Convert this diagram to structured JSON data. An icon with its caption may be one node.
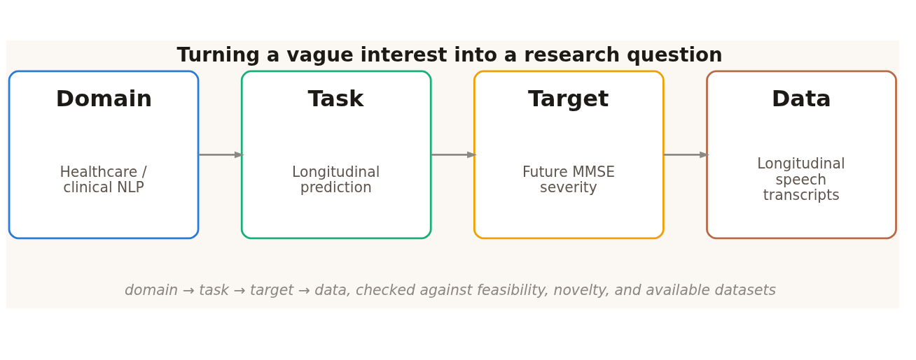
{
  "diagram": {
    "title": "Turning a vague interest into a research question",
    "caption": "domain → task → target → data, checked against feasibility, novelty, and available datasets",
    "nodes": [
      {
        "text": [
          "Domain",
          "Healthcare / clinical NLP"
        ]
      },
      {
        "text": [
          "Task",
          "Longitudinal prediction"
        ]
      },
      {
        "text": [
          "Target",
          "Future MMSE severity"
        ]
      },
      {
        "text": [
          "Data",
          "Longitudinal speech transcripts"
        ]
      }
    ],
    "edges": [
      {
        "from": 0,
        "to": 1,
        "arrow": "to"
      },
      {
        "from": 1,
        "to": 2,
        "arrow": "to"
      },
      {
        "from": 2,
        "to": 3,
        "arrow": "to"
      }
    ]
  }
}
